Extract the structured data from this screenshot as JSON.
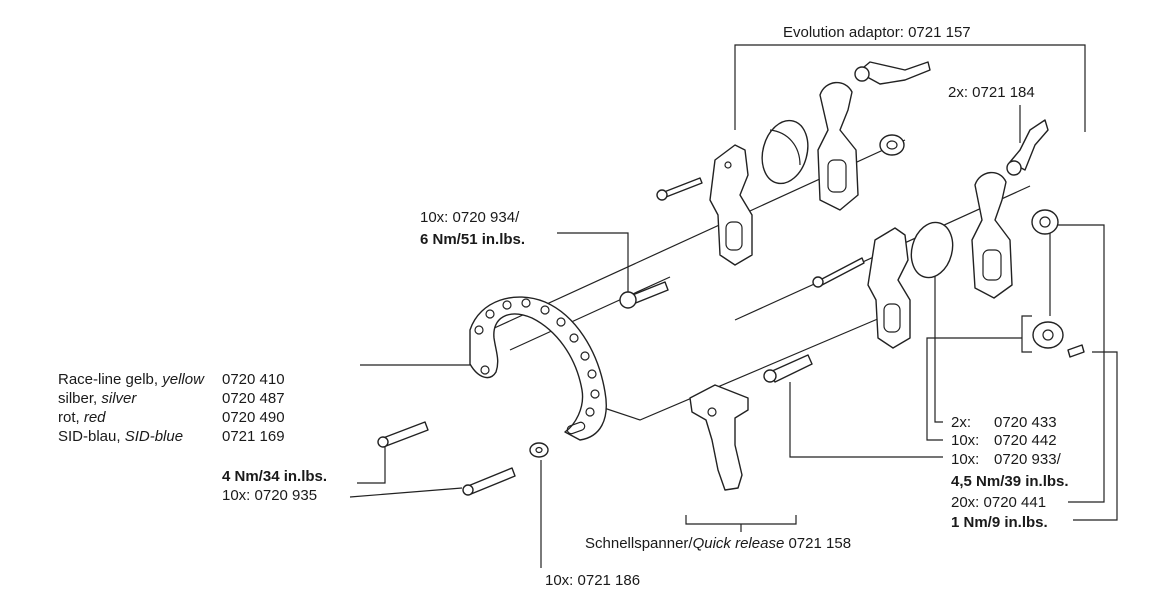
{
  "labels": {
    "evolution_adaptor": "Evolution adaptor: 0721 157",
    "lever_2x": "2x: 0721 184",
    "screw_top_qty": "10x: 0720 934/",
    "screw_top_torque": "6 Nm/51 in.lbs.",
    "rotor_colors": [
      {
        "name": "Race-line gelb, ",
        "name_en": "yellow",
        "part": "0720 410"
      },
      {
        "name": "silber, ",
        "name_en": "silver",
        "part": "0720 487"
      },
      {
        "name": "rot, ",
        "name_en": "red",
        "part": "0720 490"
      },
      {
        "name": "SID-blau, ",
        "name_en": "SID-blue",
        "part": "0721 169"
      }
    ],
    "rotor_bolt_torque": "4 Nm/34 in.lbs.",
    "rotor_bolt_qty": "10x: 0720 935",
    "washer_qty": "10x: 0721 186",
    "quick_release_de": "Schnellspanner/",
    "quick_release_en": "Quick release",
    "quick_release_part": "0721 158",
    "right_list": [
      {
        "qty": "2x:",
        "part": "0720 433"
      },
      {
        "qty": "10x:",
        "part": "0720 442"
      },
      {
        "qty": "10x:",
        "part": "0720 933/"
      }
    ],
    "right_torque_1": "4,5 Nm/39 in.lbs.",
    "right_qty_4": "20x: 0720 441",
    "right_torque_2": "1 Nm/9 in.lbs."
  }
}
